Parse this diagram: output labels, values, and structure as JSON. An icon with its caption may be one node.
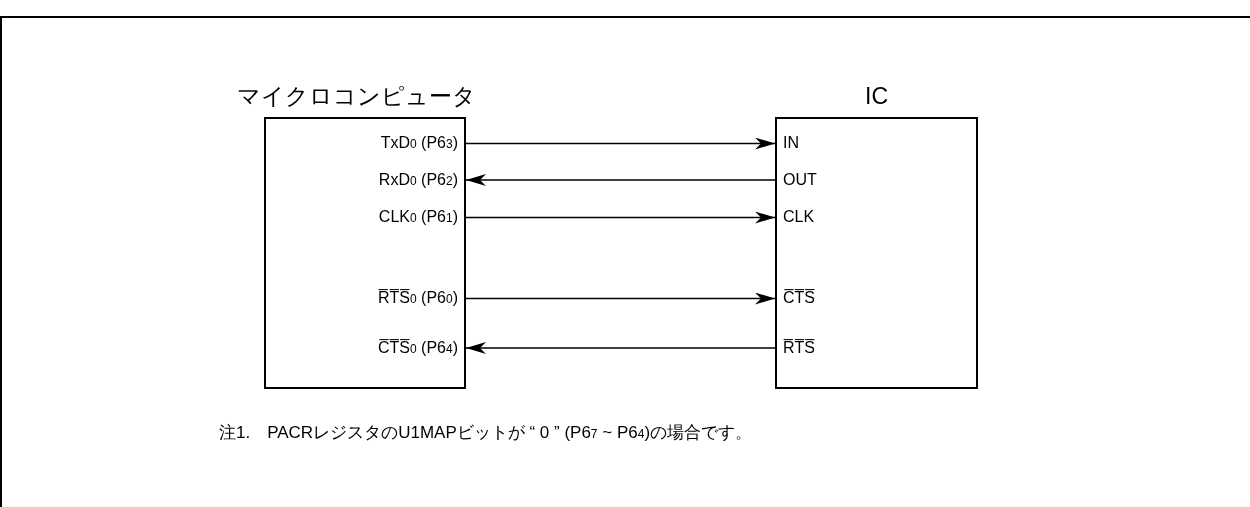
{
  "diagram": {
    "nodes": [
      {
        "text": [
          "マイクロコンピュータ"
        ]
      },
      {
        "text": [
          "TxD$_{0}$ (P6$_{3}$)"
        ],
        "in": 0
      },
      {
        "text": [
          "RxD$_{0}$ (P6$_{2}$)"
        ],
        "in": 0
      },
      {
        "text": [
          "CLK$_{0}$ (P6$_{1}$)"
        ],
        "in": 0
      },
      {
        "text": [
          "R̅T̅S̅$_{0}$ (P6$_{0}$)"
        ],
        "in": 0
      },
      {
        "text": [
          "C̅T̅S̅$_{0}$ (P6$_{4}$)"
        ],
        "in": 0
      },
      {
        "text": [
          "IC"
        ]
      },
      {
        "text": [
          "IN"
        ],
        "in": 6
      },
      {
        "text": [
          "OUT"
        ],
        "in": 6
      },
      {
        "text": [
          "CLK"
        ],
        "in": 6
      },
      {
        "text": [
          "C̅T̅S̅"
        ],
        "in": 6
      },
      {
        "text": [
          "R̅T̅S̅"
        ],
        "in": 6
      }
    ],
    "edges": [
      {
        "from": 1,
        "to": 7,
        "arrow": "to"
      },
      {
        "from": 8,
        "to": 2,
        "arrow": "to"
      },
      {
        "from": 3,
        "to": 9,
        "arrow": "to"
      },
      {
        "from": 4,
        "to": 10,
        "arrow": "to"
      },
      {
        "from": 11,
        "to": 5,
        "arrow": "to"
      }
    ],
    "labels": [
      "注1.　PACRレジスタのU1MAPビットが “ 0 ” (P6$_{7}$ ~ P6$_{4}$)の場合です。"
    ]
  }
}
